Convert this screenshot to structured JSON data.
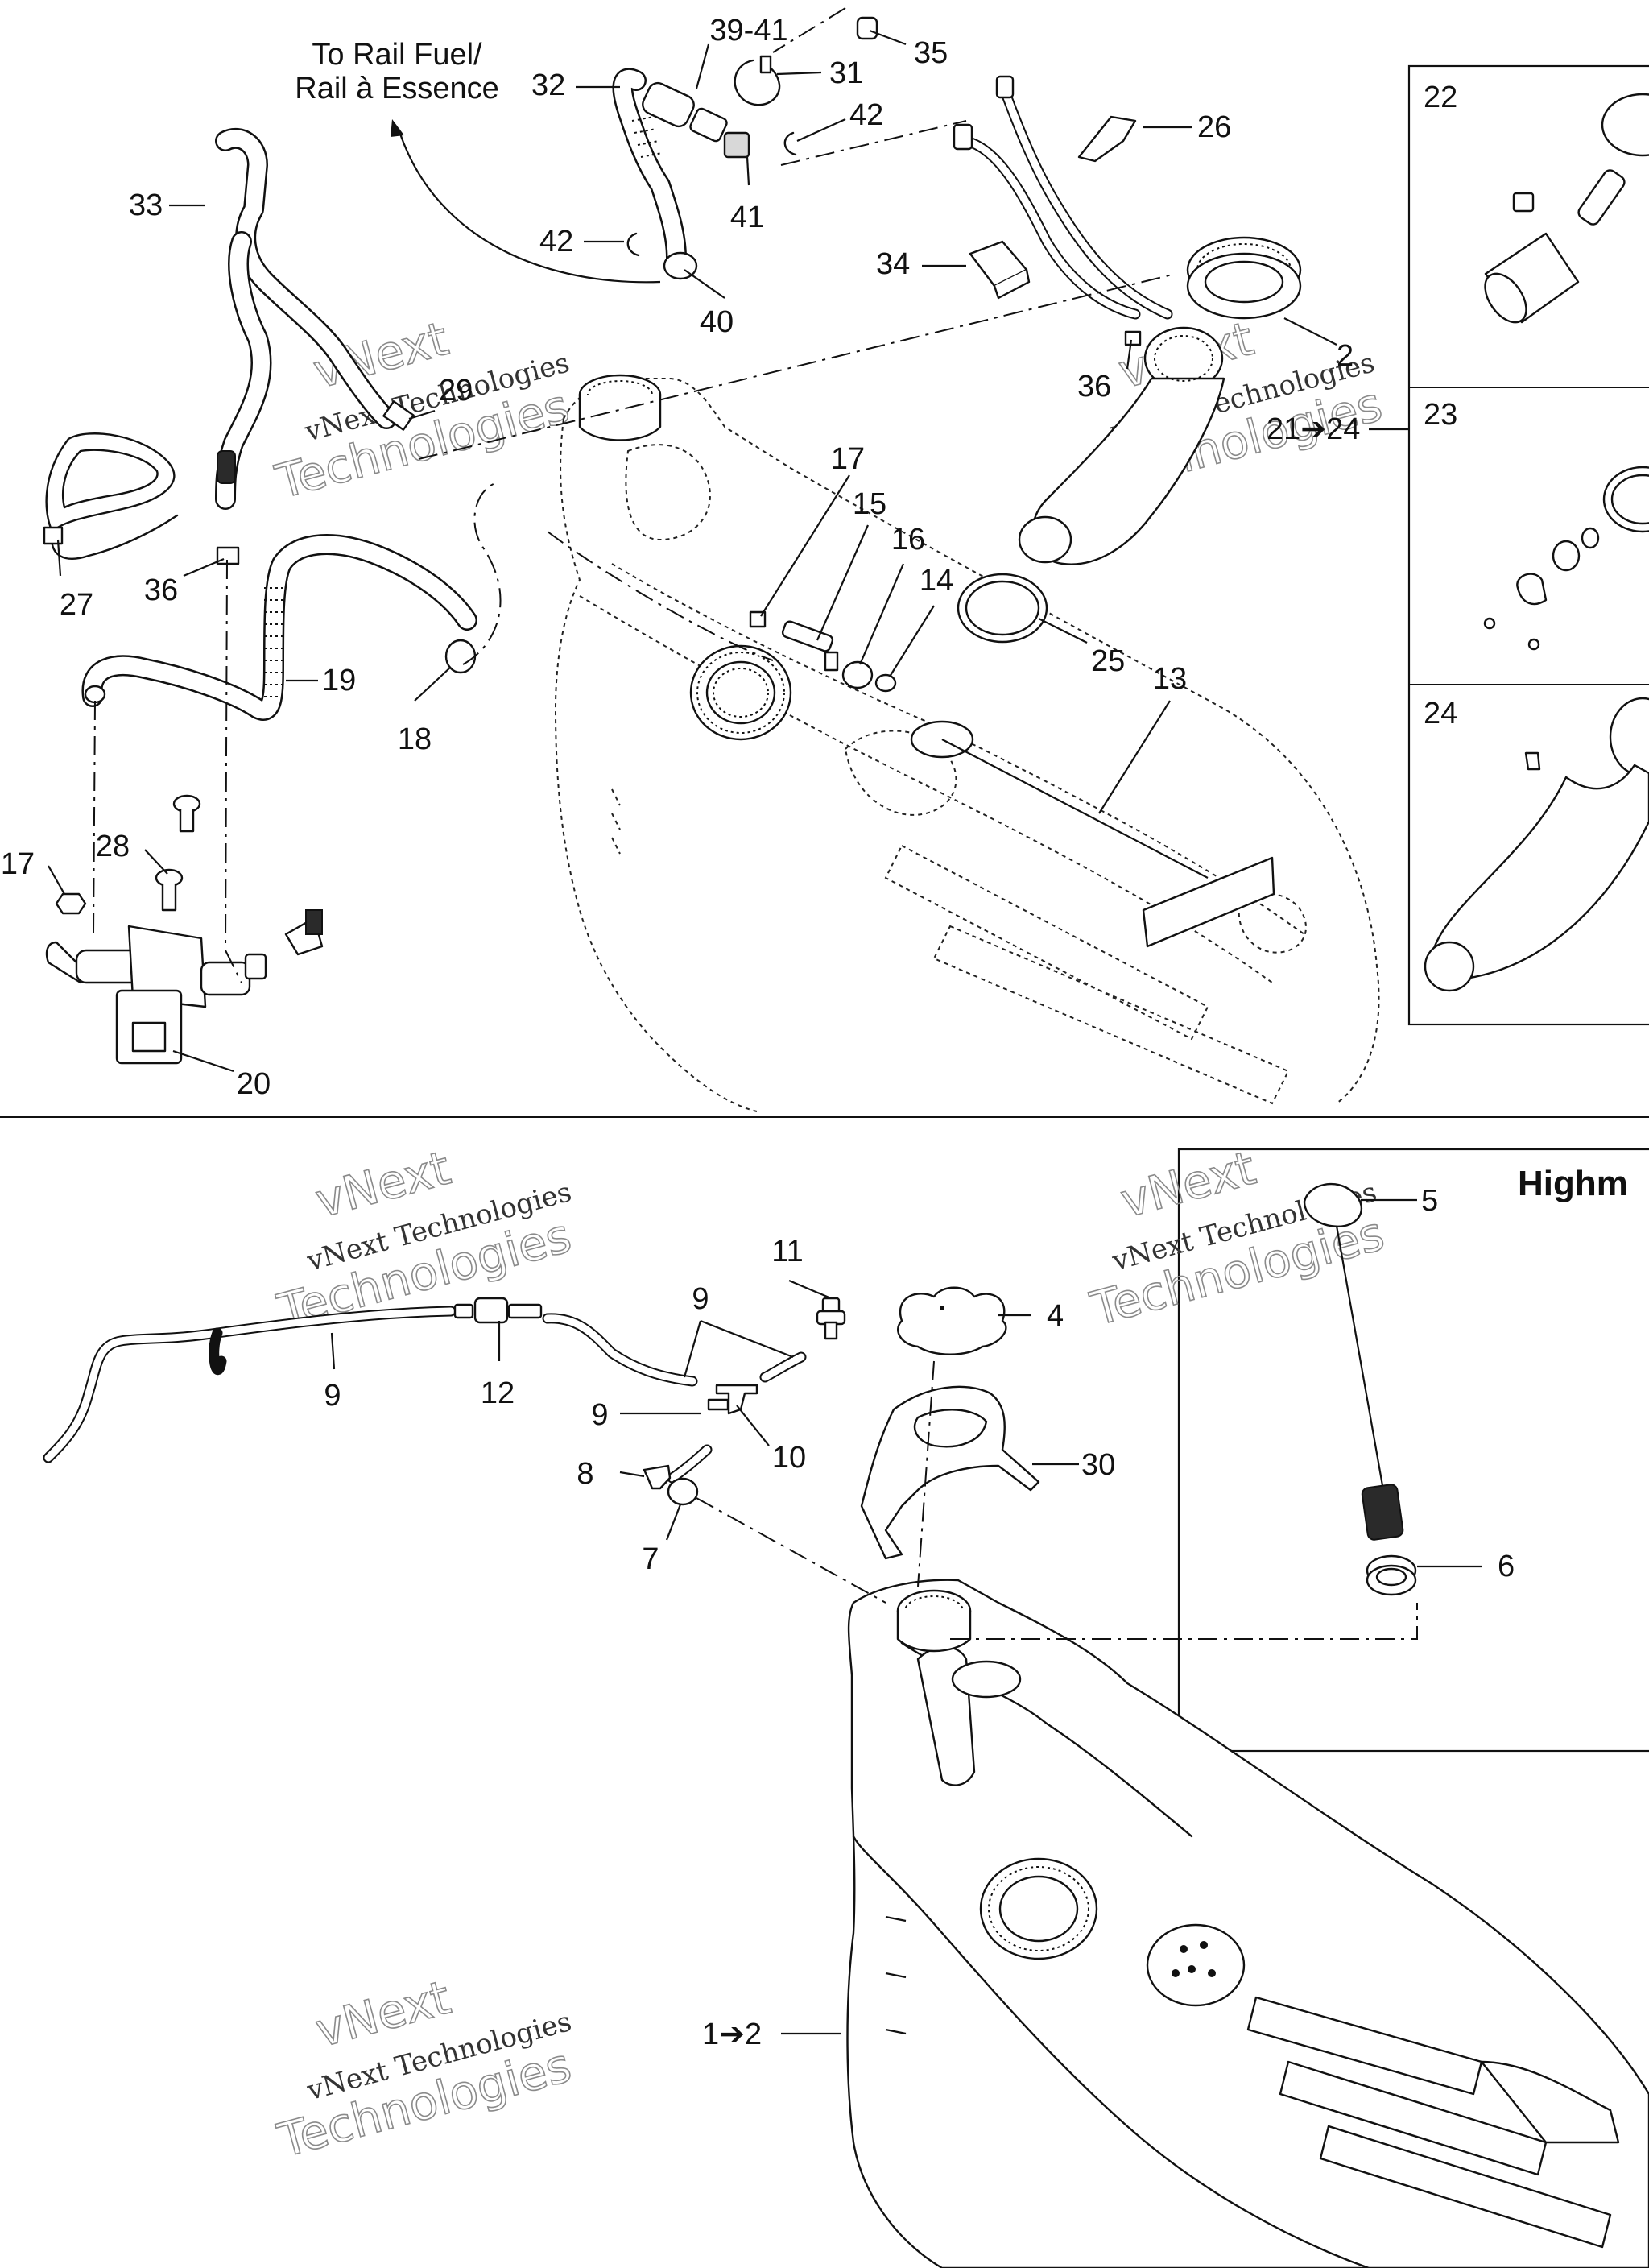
{
  "title_note": {
    "line1": "To Rail Fuel/",
    "line2": "Rail à Essence"
  },
  "inset_header": "Highm",
  "watermark": {
    "line1": "vNext",
    "line2": "vNext Technologies",
    "line3": "Technologies"
  },
  "callouts": {
    "c1_2": "1➔2",
    "c2": "2",
    "c4": "4",
    "c5": "5",
    "c6": "6",
    "c7": "7",
    "c8": "8",
    "c9": "9",
    "c10": "10",
    "c11": "11",
    "c12": "12",
    "c13": "13",
    "c14": "14",
    "c15": "15",
    "c16": "16",
    "c17": "17",
    "c18": "18",
    "c19": "19",
    "c20": "20",
    "c21_24": "21➔24",
    "c22": "22",
    "c23": "23",
    "c24": "24",
    "c25": "25",
    "c26": "26",
    "c27": "27",
    "c28": "28",
    "c29": "29",
    "c30": "30",
    "c31": "31",
    "c32": "32",
    "c33": "33",
    "c34": "34",
    "c35": "35",
    "c36": "36",
    "c39_41": "39-41",
    "c40": "40",
    "c41": "41",
    "c42": "42"
  }
}
